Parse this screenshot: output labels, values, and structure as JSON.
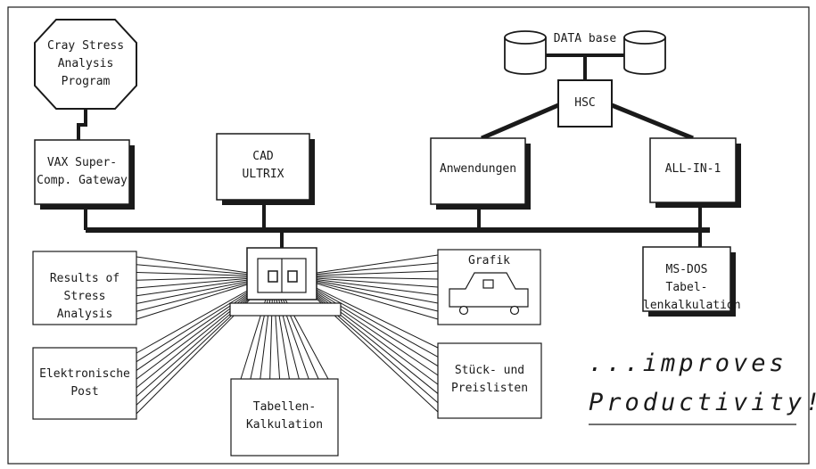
{
  "nodes": {
    "cray": "Cray Stress\nAnalysis\nProgram",
    "vax": "VAX Super-\nComp. Gateway",
    "cad": "CAD\nULTRIX",
    "database": "DATA base",
    "hsc": "HSC",
    "anwendungen": "Anwendungen",
    "allin1": "ALL-IN-1",
    "msdos": "MS-DOS Tabel-\nlenkalkulation",
    "results": "Results of\nStress Analysis",
    "post": "Elektronische\nPost",
    "tabellen": "Tabellen-\nKalkulation",
    "grafik": "Grafik",
    "stueck": "Stück- und\nPreislisten"
  },
  "slogan": {
    "line1": "...improves",
    "line2": "Productivity!"
  },
  "colors": {
    "ink": "#1a1a1a",
    "background": "#ffffff"
  }
}
